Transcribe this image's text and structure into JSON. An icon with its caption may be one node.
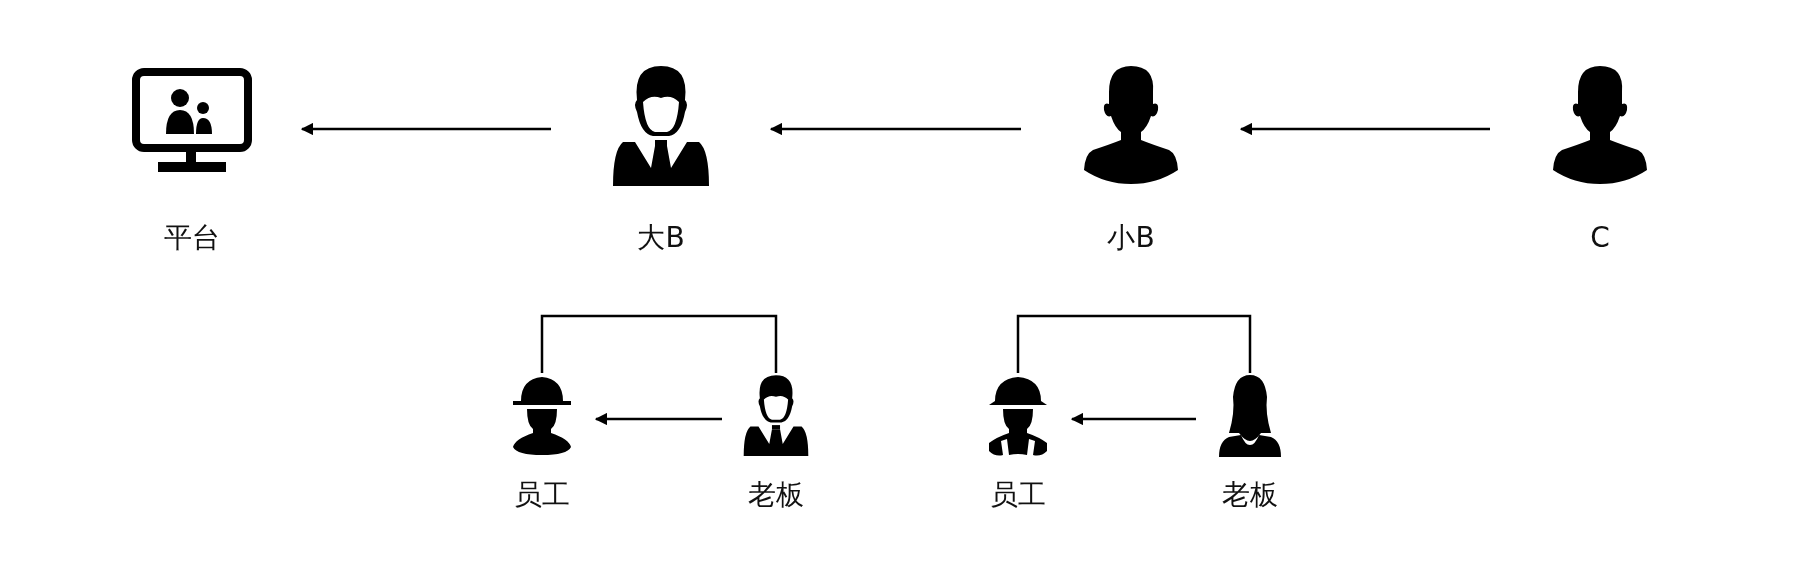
{
  "diagram": {
    "nodes": [
      {
        "text": [
          "平台"
        ]
      },
      {
        "text": [
          "大B"
        ]
      },
      {
        "text": [
          "小B"
        ]
      },
      {
        "text": [
          "C"
        ]
      },
      {
        "text": [
          "员工"
        ]
      },
      {
        "text": [
          "老板"
        ]
      },
      {
        "text": [
          "员工"
        ]
      },
      {
        "text": [
          "老板"
        ]
      }
    ],
    "edges": [
      {
        "from": 1,
        "to": 0,
        "arrow": "to"
      },
      {
        "from": 2,
        "to": 1,
        "arrow": "to"
      },
      {
        "from": 3,
        "to": 2,
        "arrow": "to"
      },
      {
        "from": 4,
        "to": 5,
        "arrow": "none"
      },
      {
        "from": 5,
        "to": 4,
        "arrow": "to"
      },
      {
        "from": 6,
        "to": 7,
        "arrow": "none"
      },
      {
        "from": 7,
        "to": 6,
        "arrow": "to"
      }
    ]
  }
}
